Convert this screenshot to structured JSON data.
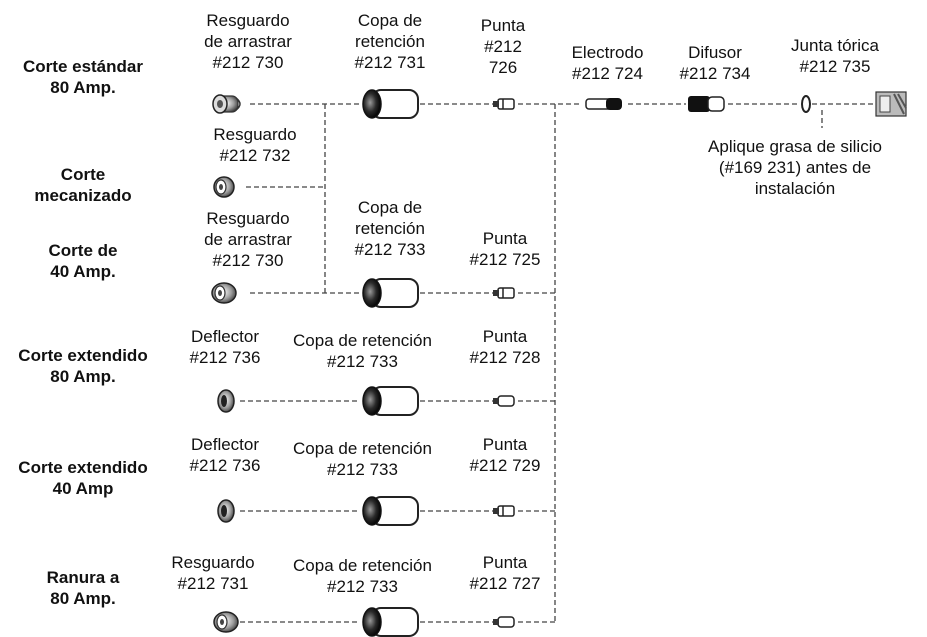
{
  "rows": [
    {
      "label": [
        "Corte estándar",
        "80 Amp."
      ]
    },
    {
      "label": [
        "Corte",
        "mecanizado"
      ]
    },
    {
      "label": [
        "Corte de",
        "40 Amp."
      ]
    },
    {
      "label": [
        "Corte extendido",
        "80 Amp."
      ]
    },
    {
      "label": [
        "Corte extendido",
        "40 Amp"
      ]
    },
    {
      "label": [
        "Ranura a",
        "80 Amp."
      ]
    }
  ],
  "parts": {
    "r1_shield": [
      "Resguardo",
      "de arrastrar",
      "#212 730"
    ],
    "r1_cup": [
      "Copa de",
      "retención",
      "#212 731"
    ],
    "r1_tip": [
      "Punta",
      "#212",
      "726"
    ],
    "electrode": [
      "Electrodo",
      "#212 724"
    ],
    "diffuser": [
      "Difusor",
      "#212 734"
    ],
    "oring": [
      "Junta tórica",
      "#212 735"
    ],
    "r2_shield": [
      "Resguardo",
      "#212 732"
    ],
    "r3_shield": [
      "Resguardo",
      "de arrastrar",
      "#212 730"
    ],
    "r3_cup": [
      "Copa de",
      "retención",
      "#212 733"
    ],
    "r3_tip": [
      "Punta",
      "#212 725"
    ],
    "r4_deflector": [
      "Deflector",
      "#212 736"
    ],
    "r4_cup": [
      "Copa de retención",
      "#212 733"
    ],
    "r4_tip": [
      "Punta",
      "#212 728"
    ],
    "r5_deflector": [
      "Deflector",
      "#212 736"
    ],
    "r5_cup": [
      "Copa de retención",
      "#212 733"
    ],
    "r5_tip": [
      "Punta",
      "#212 729"
    ],
    "r6_shield": [
      "Resguardo",
      "#212 731"
    ],
    "r6_cup": [
      "Copa de retención",
      "#212 733"
    ],
    "r6_tip": [
      "Punta",
      "#212 727"
    ]
  },
  "note": [
    "Aplique grasa de silicio",
    "(#169 231) antes de",
    "instalación"
  ],
  "colors": {
    "line": "#444444",
    "part_dark": "#111111",
    "part_light": "#d9d9d9"
  }
}
